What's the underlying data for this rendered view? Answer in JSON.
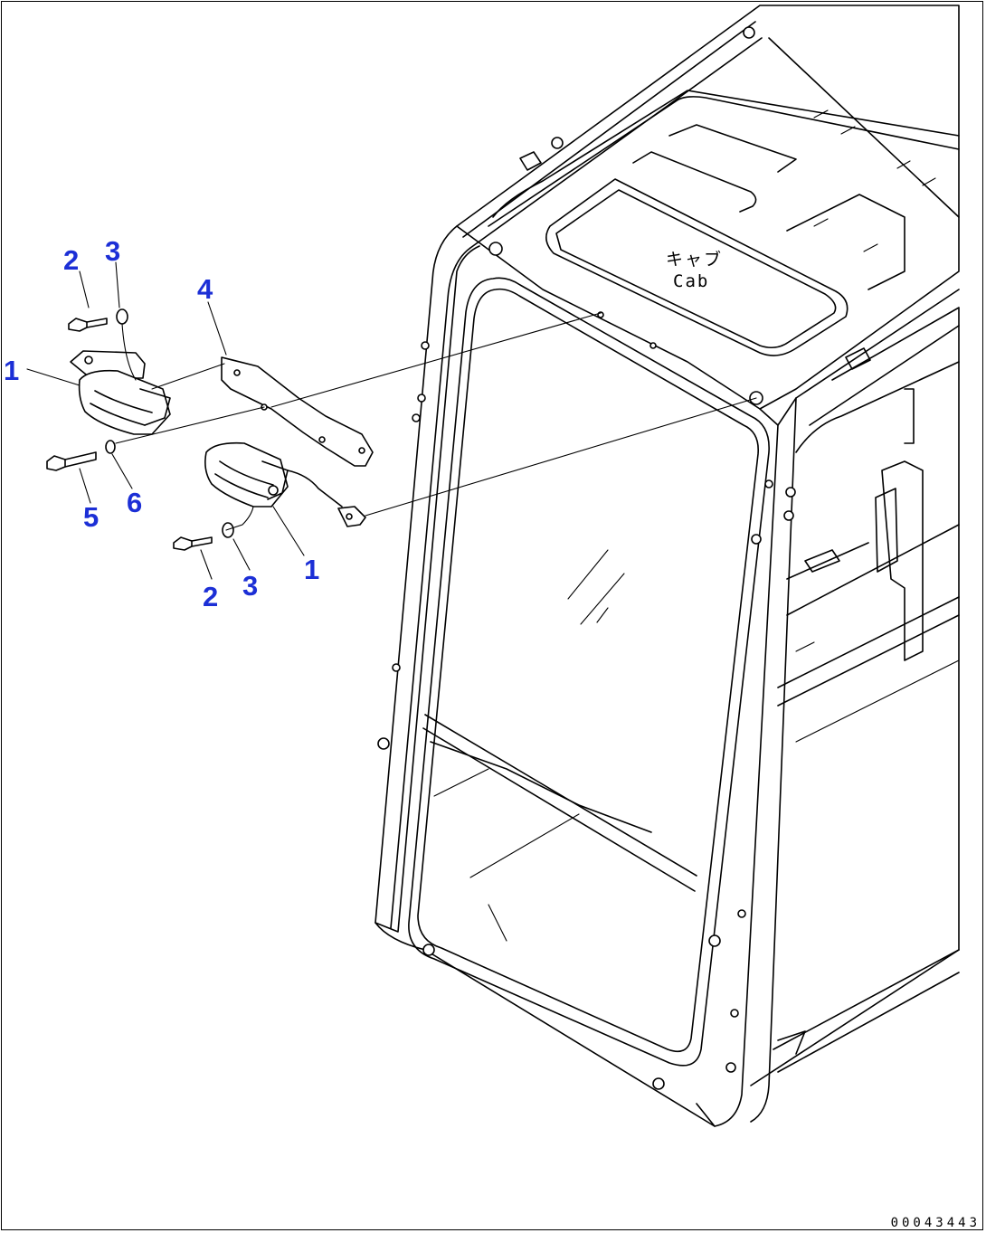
{
  "diagram": {
    "cab_label_jp": "キャブ",
    "cab_label_en": "Cab",
    "drawing_code": "00043443",
    "callouts": [
      {
        "id": "c1a",
        "text": "1"
      },
      {
        "id": "c2a",
        "text": "2"
      },
      {
        "id": "c3a",
        "text": "3"
      },
      {
        "id": "c4",
        "text": "4"
      },
      {
        "id": "c5",
        "text": "5"
      },
      {
        "id": "c6",
        "text": "6"
      },
      {
        "id": "c1b",
        "text": "1"
      },
      {
        "id": "c2b",
        "text": "2"
      },
      {
        "id": "c3b",
        "text": "3"
      }
    ],
    "colors": {
      "callout": "#1c2fd6",
      "line": "#000000",
      "background": "#ffffff"
    }
  }
}
